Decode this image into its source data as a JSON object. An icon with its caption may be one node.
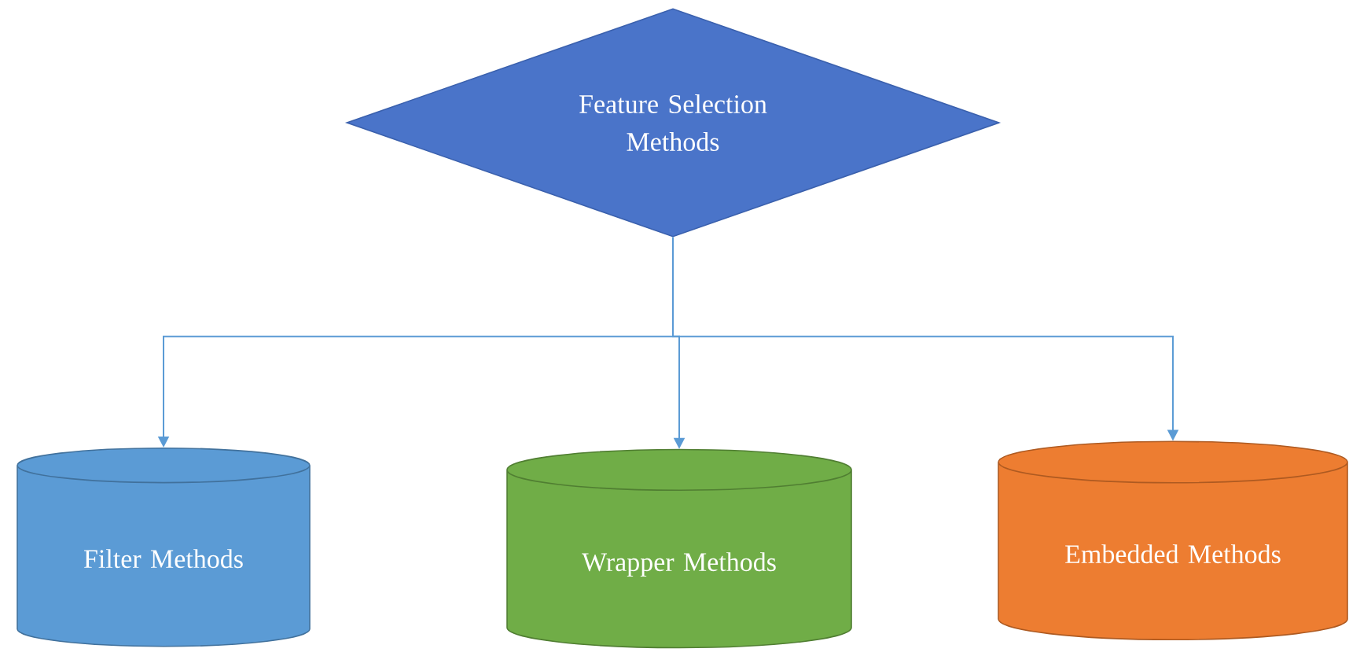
{
  "diagram": {
    "nodes": [
      {
        "text": [
          "Feature Selection Methods"
        ]
      },
      {
        "text": [
          "Filter Methods"
        ]
      },
      {
        "text": [
          "Wrapper Methods"
        ]
      },
      {
        "text": [
          "Embedded Methods"
        ]
      }
    ],
    "edges": [
      {
        "from": 0,
        "to": 1,
        "arrow": "to"
      },
      {
        "from": 0,
        "to": 2,
        "arrow": "to"
      },
      {
        "from": 0,
        "to": 3,
        "arrow": "to"
      }
    ]
  }
}
